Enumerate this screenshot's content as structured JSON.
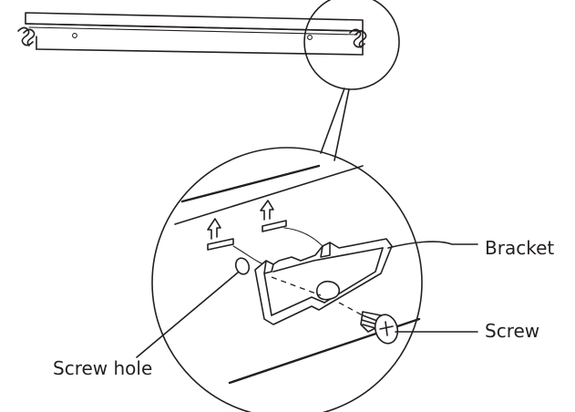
{
  "labels": {
    "bracket": "Bracket",
    "screw": "Screw",
    "screw_hole": "Screw hole"
  },
  "colors": {
    "ink": "#231f20",
    "background": "#ffffff"
  }
}
